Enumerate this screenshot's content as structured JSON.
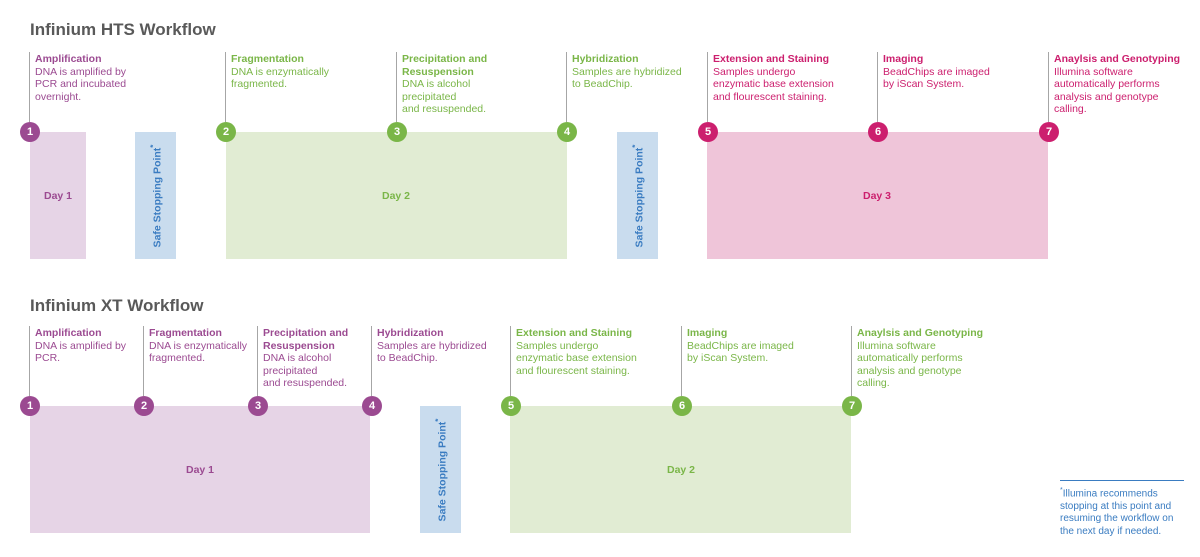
{
  "colors": {
    "purple": "#9b4a91",
    "green": "#7ab648",
    "magenta": "#cc1f6e",
    "blue": "#3a7cc1",
    "purple_fill": "#e6d4e6",
    "green_fill": "#e1ecd3",
    "pink_fill": "#efc5d9",
    "blue_fill": "#c9dcee"
  },
  "hts": {
    "title": "Infinium HTS Workflow",
    "steps": [
      {
        "num": "1",
        "title": "Amplification",
        "desc": "DNA is amplified by\nPCR and incubated\novernight.",
        "color": "#9b4a91"
      },
      {
        "num": "2",
        "title": "Fragmentation",
        "desc": "DNA is enzymatically\nfragmented.",
        "color": "#7ab648"
      },
      {
        "num": "3",
        "title": "Precipitation and\nResuspension",
        "desc": "DNA is alcohol\nprecipitated\nand resuspended.",
        "color": "#7ab648"
      },
      {
        "num": "4",
        "title": "Hybridization",
        "desc": "Samples are hybridized\nto BeadChip.",
        "color": "#7ab648"
      },
      {
        "num": "5",
        "title": "Extension and  Staining",
        "desc": "Samples undergo\nenzymatic base extension\nand flourescent staining.",
        "color": "#cc1f6e"
      },
      {
        "num": "6",
        "title": "Imaging",
        "desc": "BeadChips are imaged\nby iScan System.",
        "color": "#cc1f6e"
      },
      {
        "num": "7",
        "title": "Anaylsis and Genotyping",
        "desc": "Illumina software\nautomatically performs\nanalysis and genotype\ncalling.",
        "color": "#cc1f6e"
      }
    ],
    "days": [
      "Day 1",
      "Day 2",
      "Day 3"
    ],
    "safe_stop": "Safe Stopping Point",
    "asterisk": "*"
  },
  "xt": {
    "title": "Infinium XT Workflow",
    "steps": [
      {
        "num": "1",
        "title": "Amplification",
        "desc": "DNA is amplified by\nPCR.",
        "color": "#9b4a91"
      },
      {
        "num": "2",
        "title": "Fragmentation",
        "desc": "DNA is enzymatically\nfragmented.",
        "color": "#9b4a91"
      },
      {
        "num": "3",
        "title": "Precipitation and\nResuspension",
        "desc": "DNA is alcohol\nprecipitated\nand resuspended.",
        "color": "#9b4a91"
      },
      {
        "num": "4",
        "title": "Hybridization",
        "desc": "Samples are hybridized\nto BeadChip.",
        "color": "#9b4a91"
      },
      {
        "num": "5",
        "title": "Extension and  Staining",
        "desc": "Samples undergo\nenzymatic base extension\nand flourescent staining.",
        "color": "#7ab648"
      },
      {
        "num": "6",
        "title": "Imaging",
        "desc": "BeadChips are imaged\nby iScan System.",
        "color": "#7ab648"
      },
      {
        "num": "7",
        "title": "Anaylsis and Genotyping",
        "desc": "Illumina software\nautomatically performs\nanalysis and genotype\ncalling.",
        "color": "#7ab648"
      }
    ],
    "days": [
      "Day 1",
      "Day 2"
    ],
    "safe_stop": "Safe Stopping Point",
    "asterisk": "*"
  },
  "footnote": {
    "asterisk": "*",
    "text": "Illumina recommends stopping at this point and resuming the workflow on the next day if needed."
  }
}
